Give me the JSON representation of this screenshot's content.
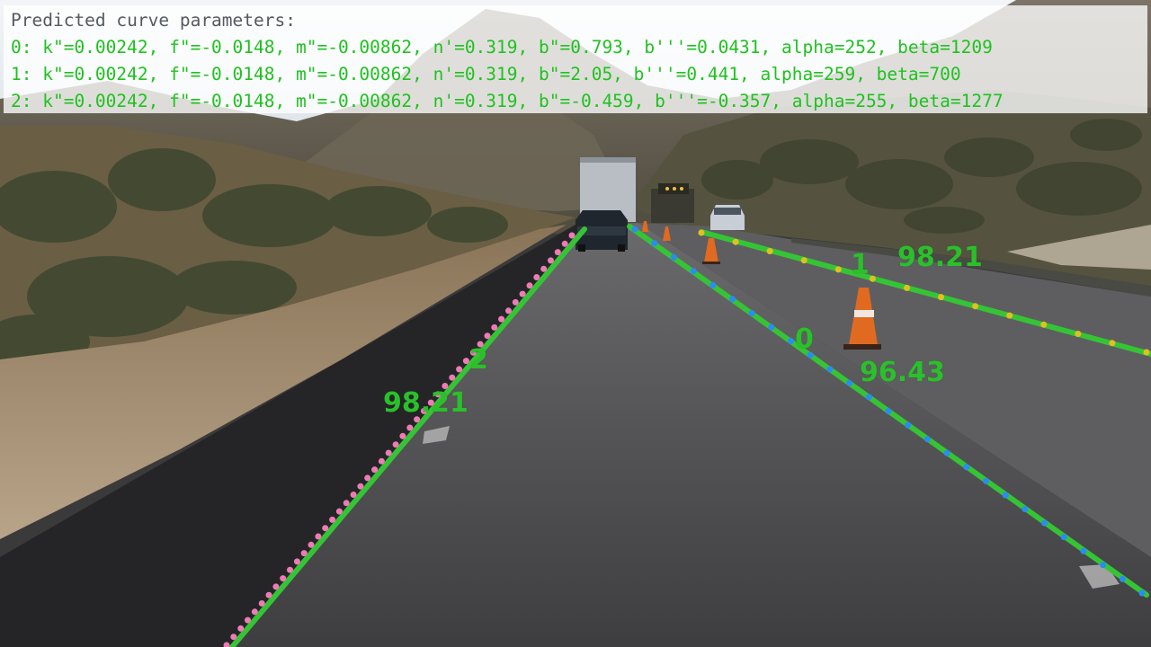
{
  "overlay": {
    "title": "Predicted curve parameters:",
    "lines": [
      "0: k\"=0.00242, f\"=-0.0148, m\"=-0.00862, n'=0.319, b\"=0.793, b'''=0.0431, alpha=252, beta=1209",
      "1: k\"=0.00242, f\"=-0.0148, m\"=-0.00862, n'=0.319, b\"=2.05, b'''=0.441, alpha=259, beta=700",
      "2: k\"=0.00242, f\"=-0.0148, m\"=-0.00862, n'=0.319, b\"=-0.459, b'''=-0.357, alpha=255, beta=1277"
    ]
  },
  "lanes": [
    {
      "id": "0",
      "score": "96.43",
      "point_color": "#2a8cf0",
      "line_color": "#35c435"
    },
    {
      "id": "1",
      "score": "98.21",
      "point_color": "#e0c020",
      "line_color": "#35c435"
    },
    {
      "id": "2",
      "score": "98.21",
      "point_color": "#f07ab8",
      "line_color": "#35c435"
    }
  ],
  "colors": {
    "sky": "#dfe6ee",
    "road": "#4a4a4c",
    "label": "#2bc02b"
  }
}
